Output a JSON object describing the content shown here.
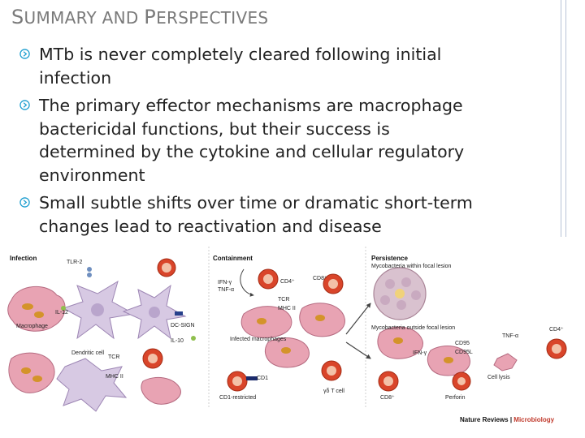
{
  "slide": {
    "title_cap1": "S",
    "title_rest1": "UMMARY AND ",
    "title_cap2": "P",
    "title_rest2": "ERSPECTIVES",
    "bullets": [
      "MTb is never completely cleared following initial infection",
      "The primary effector mechanisms are macrophage bactericidal functions, but their success is determined by the cytokine and cellular regulatory environment",
      "Small subtle shifts over time or dramatic short-term changes lead to reactivation and disease"
    ],
    "bullet_icon": "circle-arrow-icon",
    "accent_color": "#1f9fd0"
  },
  "figure": {
    "panels": {
      "infection": "Infection",
      "containment": "Containment",
      "persistence": "Persistence"
    },
    "labels": {
      "tlr2": "TLR-2",
      "il12": "IL-12",
      "macrophage": "Macrophage",
      "dcsign": "DC-SIGN",
      "il10": "IL-10",
      "dendritic": "Dendritic cell",
      "tcr1": "TCR",
      "mhc2a": "MHC II",
      "ifng1": "IFN-γ",
      "tnfa1": "TNF-α",
      "cd4a": "CD4⁺",
      "cd8a": "CD8⁺",
      "tcr2": "TCR",
      "mhc2b": "MHC II",
      "infected": "Infected macrophages",
      "cd1": "CD1",
      "cd1r": "CD1-restricted",
      "gdt": "γδ T cell",
      "myco_in": "Mycobacteria within focal lesion",
      "myco_out": "Mycobacteria outside focal lesion",
      "cd95": "CD95",
      "cd95l": "CD95L",
      "ifng2": "IFN-γ",
      "tnfa2": "TNF-α",
      "cd4b": "CD4⁺",
      "lysis": "Cell lysis",
      "cd8b": "CD8⁺",
      "perforin": "Perforin",
      "credit": "Nature Reviews",
      "credit_sep": " | ",
      "credit2": "Microbiology"
    }
  }
}
